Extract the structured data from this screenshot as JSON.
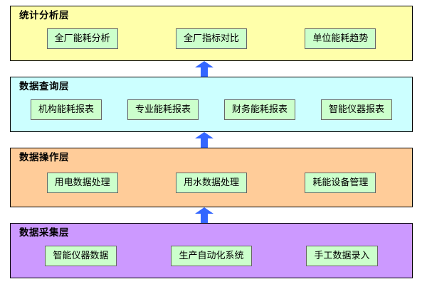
{
  "diagram": {
    "layers": [
      {
        "id": "statistics",
        "title": "统计分析层",
        "color": "#ffffaa",
        "nodes": [
          "全厂能耗分析",
          "全厂指标对比",
          "单位能耗趋势"
        ]
      },
      {
        "id": "query",
        "title": "数据查询层",
        "color": "#ccffff",
        "nodes": [
          "机构能耗报表",
          "专业能耗报表",
          "财务能耗报表",
          "智能仪器报表"
        ]
      },
      {
        "id": "operation",
        "title": "数据操作层",
        "color": "#ffcc99",
        "nodes": [
          "用电数据处理",
          "用水数据处理",
          "耗能设备管理"
        ]
      },
      {
        "id": "collection",
        "title": "数据采集层",
        "color": "#cc99ff",
        "nodes": [
          "智能仪器数据",
          "生产自动化系统",
          "手工数据录入"
        ]
      }
    ],
    "arrows": [
      {
        "name": "arrow-query-to-statistics",
        "color": "#3366ff"
      },
      {
        "name": "arrow-operation-to-query",
        "color": "#3366ff"
      },
      {
        "name": "arrow-collection-to-operation",
        "color": "#3366ff"
      }
    ],
    "node_color": "#ccffcc"
  }
}
